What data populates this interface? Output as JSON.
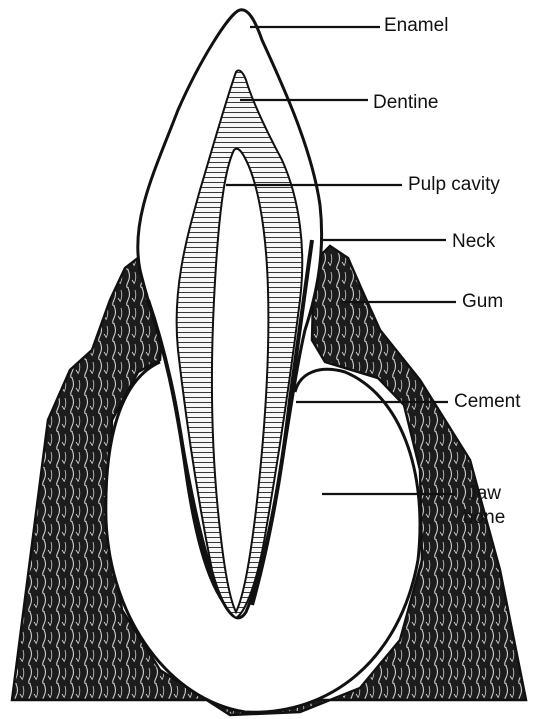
{
  "labels": {
    "enamel": "Enamel",
    "dentine": "Dentine",
    "pulp_cavity": "Pulp cavity",
    "neck": "Neck",
    "gum": "Gum",
    "cement": "Cement",
    "jaw_bone_line1": "Jaw",
    "jaw_bone_line2": "bone"
  },
  "colors": {
    "ink": "#111111",
    "background": "#ffffff",
    "gum_tissue": "#1a1a1a",
    "dentine_fill": "#f4f4f4"
  }
}
